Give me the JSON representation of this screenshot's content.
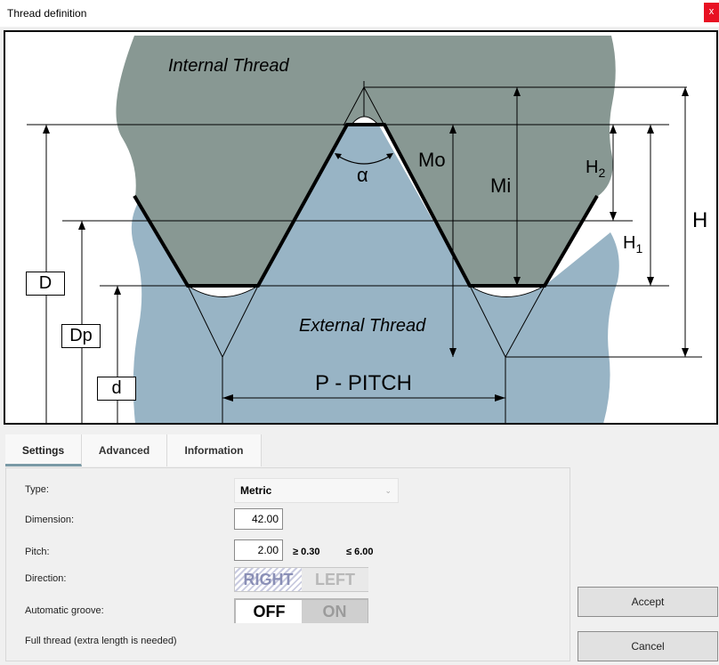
{
  "window": {
    "title": "Thread definition",
    "close_label": "x"
  },
  "diagram": {
    "internal_thread": "Internal Thread",
    "external_thread": "External Thread",
    "alpha": "α",
    "mo": "Mo",
    "mi": "Mi",
    "h2_main": "H",
    "h2_sub": "2",
    "h1_main": "H",
    "h1_sub": "1",
    "h": "H",
    "pitch": "P - PITCH",
    "d_major": "D",
    "dp": "Dp",
    "d_minor": "d"
  },
  "tabs": [
    {
      "label": "Settings",
      "active": true
    },
    {
      "label": "Advanced",
      "active": false
    },
    {
      "label": "Information",
      "active": false
    }
  ],
  "settings": {
    "type_label": "Type:",
    "type_value": "Metric",
    "dimension_label": "Dimension:",
    "dimension_value": "42.00",
    "pitch_label": "Pitch:",
    "pitch_value": "2.00",
    "pitch_min": "≥ 0.30",
    "pitch_max": "≤ 6.00",
    "direction_label": "Direction:",
    "direction_right": "RIGHT",
    "direction_left": "LEFT",
    "groove_label": "Automatic groove:",
    "groove_off": "OFF",
    "groove_on": "ON",
    "full_thread_label": "Full thread (extra length is needed)"
  },
  "buttons": {
    "accept": "Accept",
    "cancel": "Cancel"
  },
  "colors": {
    "internal": "#889893",
    "external": "#98b4c5",
    "close": "#e81123"
  }
}
